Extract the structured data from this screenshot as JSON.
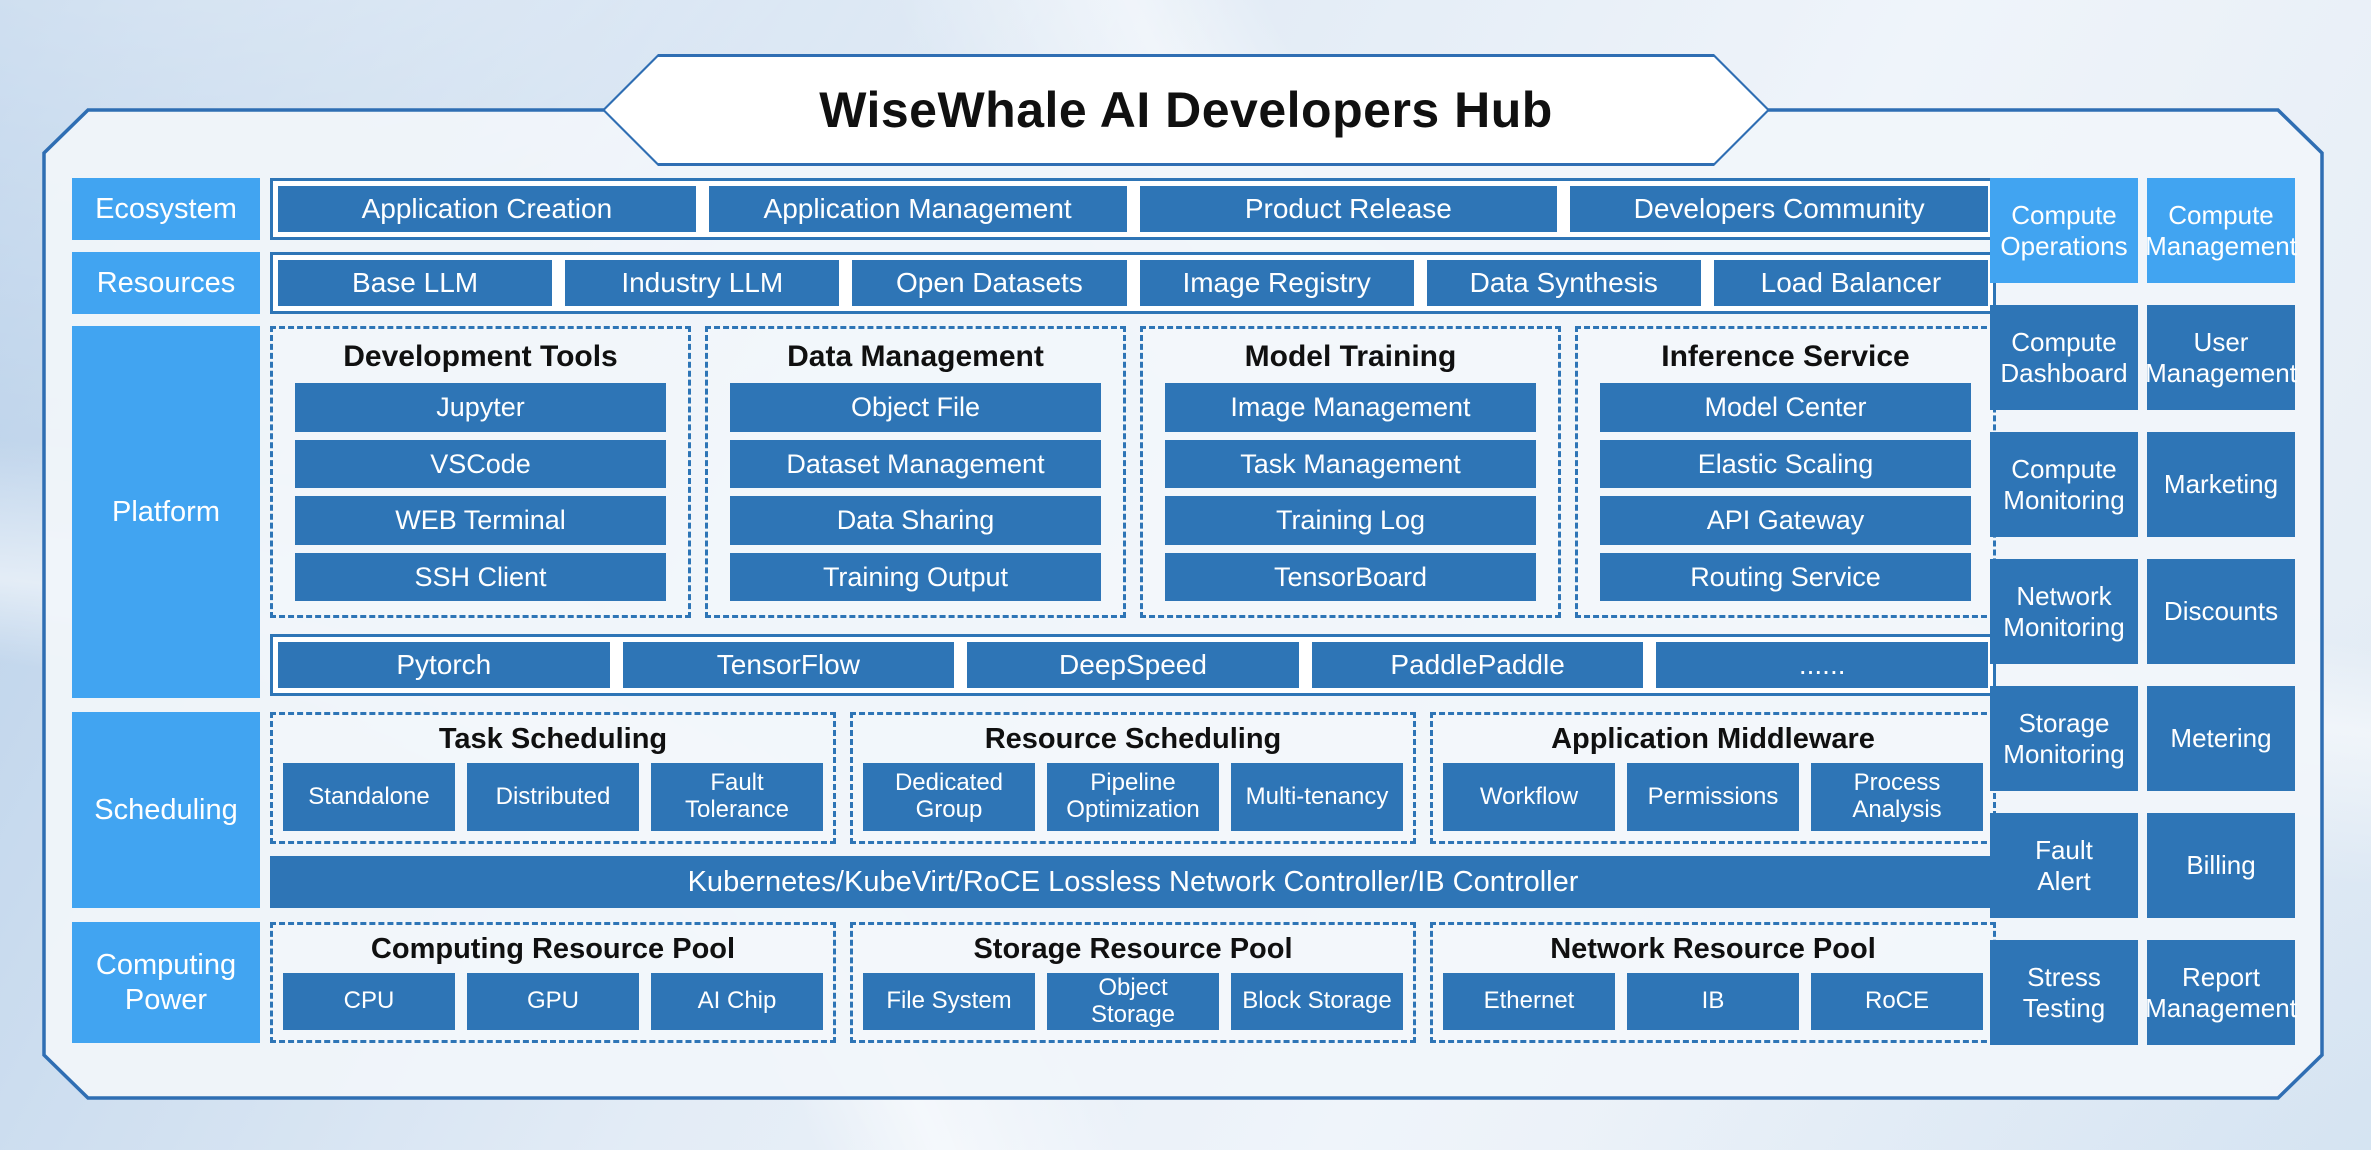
{
  "title": "WiseWhale AI Developers Hub",
  "colors": {
    "accent_light": "#41A4F1",
    "accent_dark": "#2E75B6",
    "outline": "#2F6EB3",
    "panel_bg": "#F1F5FA"
  },
  "layers": {
    "ecosystem": {
      "label": "Ecosystem",
      "items": [
        "Application Creation",
        "Application Management",
        "Product Release",
        "Developers Community"
      ]
    },
    "resources": {
      "label": "Resources",
      "items": [
        "Base LLM",
        "Industry LLM",
        "Open Datasets",
        "Image Registry",
        "Data Synthesis",
        "Load Balancer"
      ]
    },
    "platform": {
      "label": "Platform",
      "groups": [
        {
          "title": "Development Tools",
          "items": [
            "Jupyter",
            "VSCode",
            "WEB Terminal",
            "SSH Client"
          ]
        },
        {
          "title": "Data Management",
          "items": [
            "Object File",
            "Dataset Management",
            "Data Sharing",
            "Training Output"
          ]
        },
        {
          "title": "Model Training",
          "items": [
            "Image Management",
            "Task Management",
            "Training Log",
            "TensorBoard"
          ]
        },
        {
          "title": "Inference Service",
          "items": [
            "Model Center",
            "Elastic Scaling",
            "API Gateway",
            "Routing Service"
          ]
        }
      ],
      "frameworks": [
        "Pytorch",
        "TensorFlow",
        "DeepSpeed",
        "PaddlePaddle",
        "......"
      ]
    },
    "scheduling": {
      "label": "Scheduling",
      "groups": [
        {
          "title": "Task Scheduling",
          "items": [
            "Standalone",
            "Distributed",
            "Fault\nTolerance"
          ]
        },
        {
          "title": "Resource Scheduling",
          "items": [
            "Dedicated\nGroup",
            "Pipeline\nOptimization",
            "Multi-tenancy"
          ]
        },
        {
          "title": "Application Middleware",
          "items": [
            "Workflow",
            "Permissions",
            "Process\nAnalysis"
          ]
        }
      ],
      "bar": "Kubernetes/KubeVirt/RoCE Lossless Network Controller/IB Controller"
    },
    "computing_power": {
      "label": "Computing\nPower",
      "groups": [
        {
          "title": "Computing Resource Pool",
          "items": [
            "CPU",
            "GPU",
            "AI Chip"
          ]
        },
        {
          "title": "Storage Resource Pool",
          "items": [
            "File System",
            "Object\nStorage",
            "Block Storage"
          ]
        },
        {
          "title": "Network Resource Pool",
          "items": [
            "Ethernet",
            "IB",
            "RoCE"
          ]
        }
      ]
    }
  },
  "side_columns": [
    {
      "header": "Compute\nOperations",
      "items": [
        "Compute\nDashboard",
        "Compute\nMonitoring",
        "Network\nMonitoring",
        "Storage\nMonitoring",
        "Fault\nAlert",
        "Stress\nTesting"
      ]
    },
    {
      "header": "Compute\nManagement",
      "items": [
        "User\nManagement",
        "Marketing",
        "Discounts",
        "Metering",
        "Billing",
        "Report\nManagement"
      ]
    }
  ]
}
